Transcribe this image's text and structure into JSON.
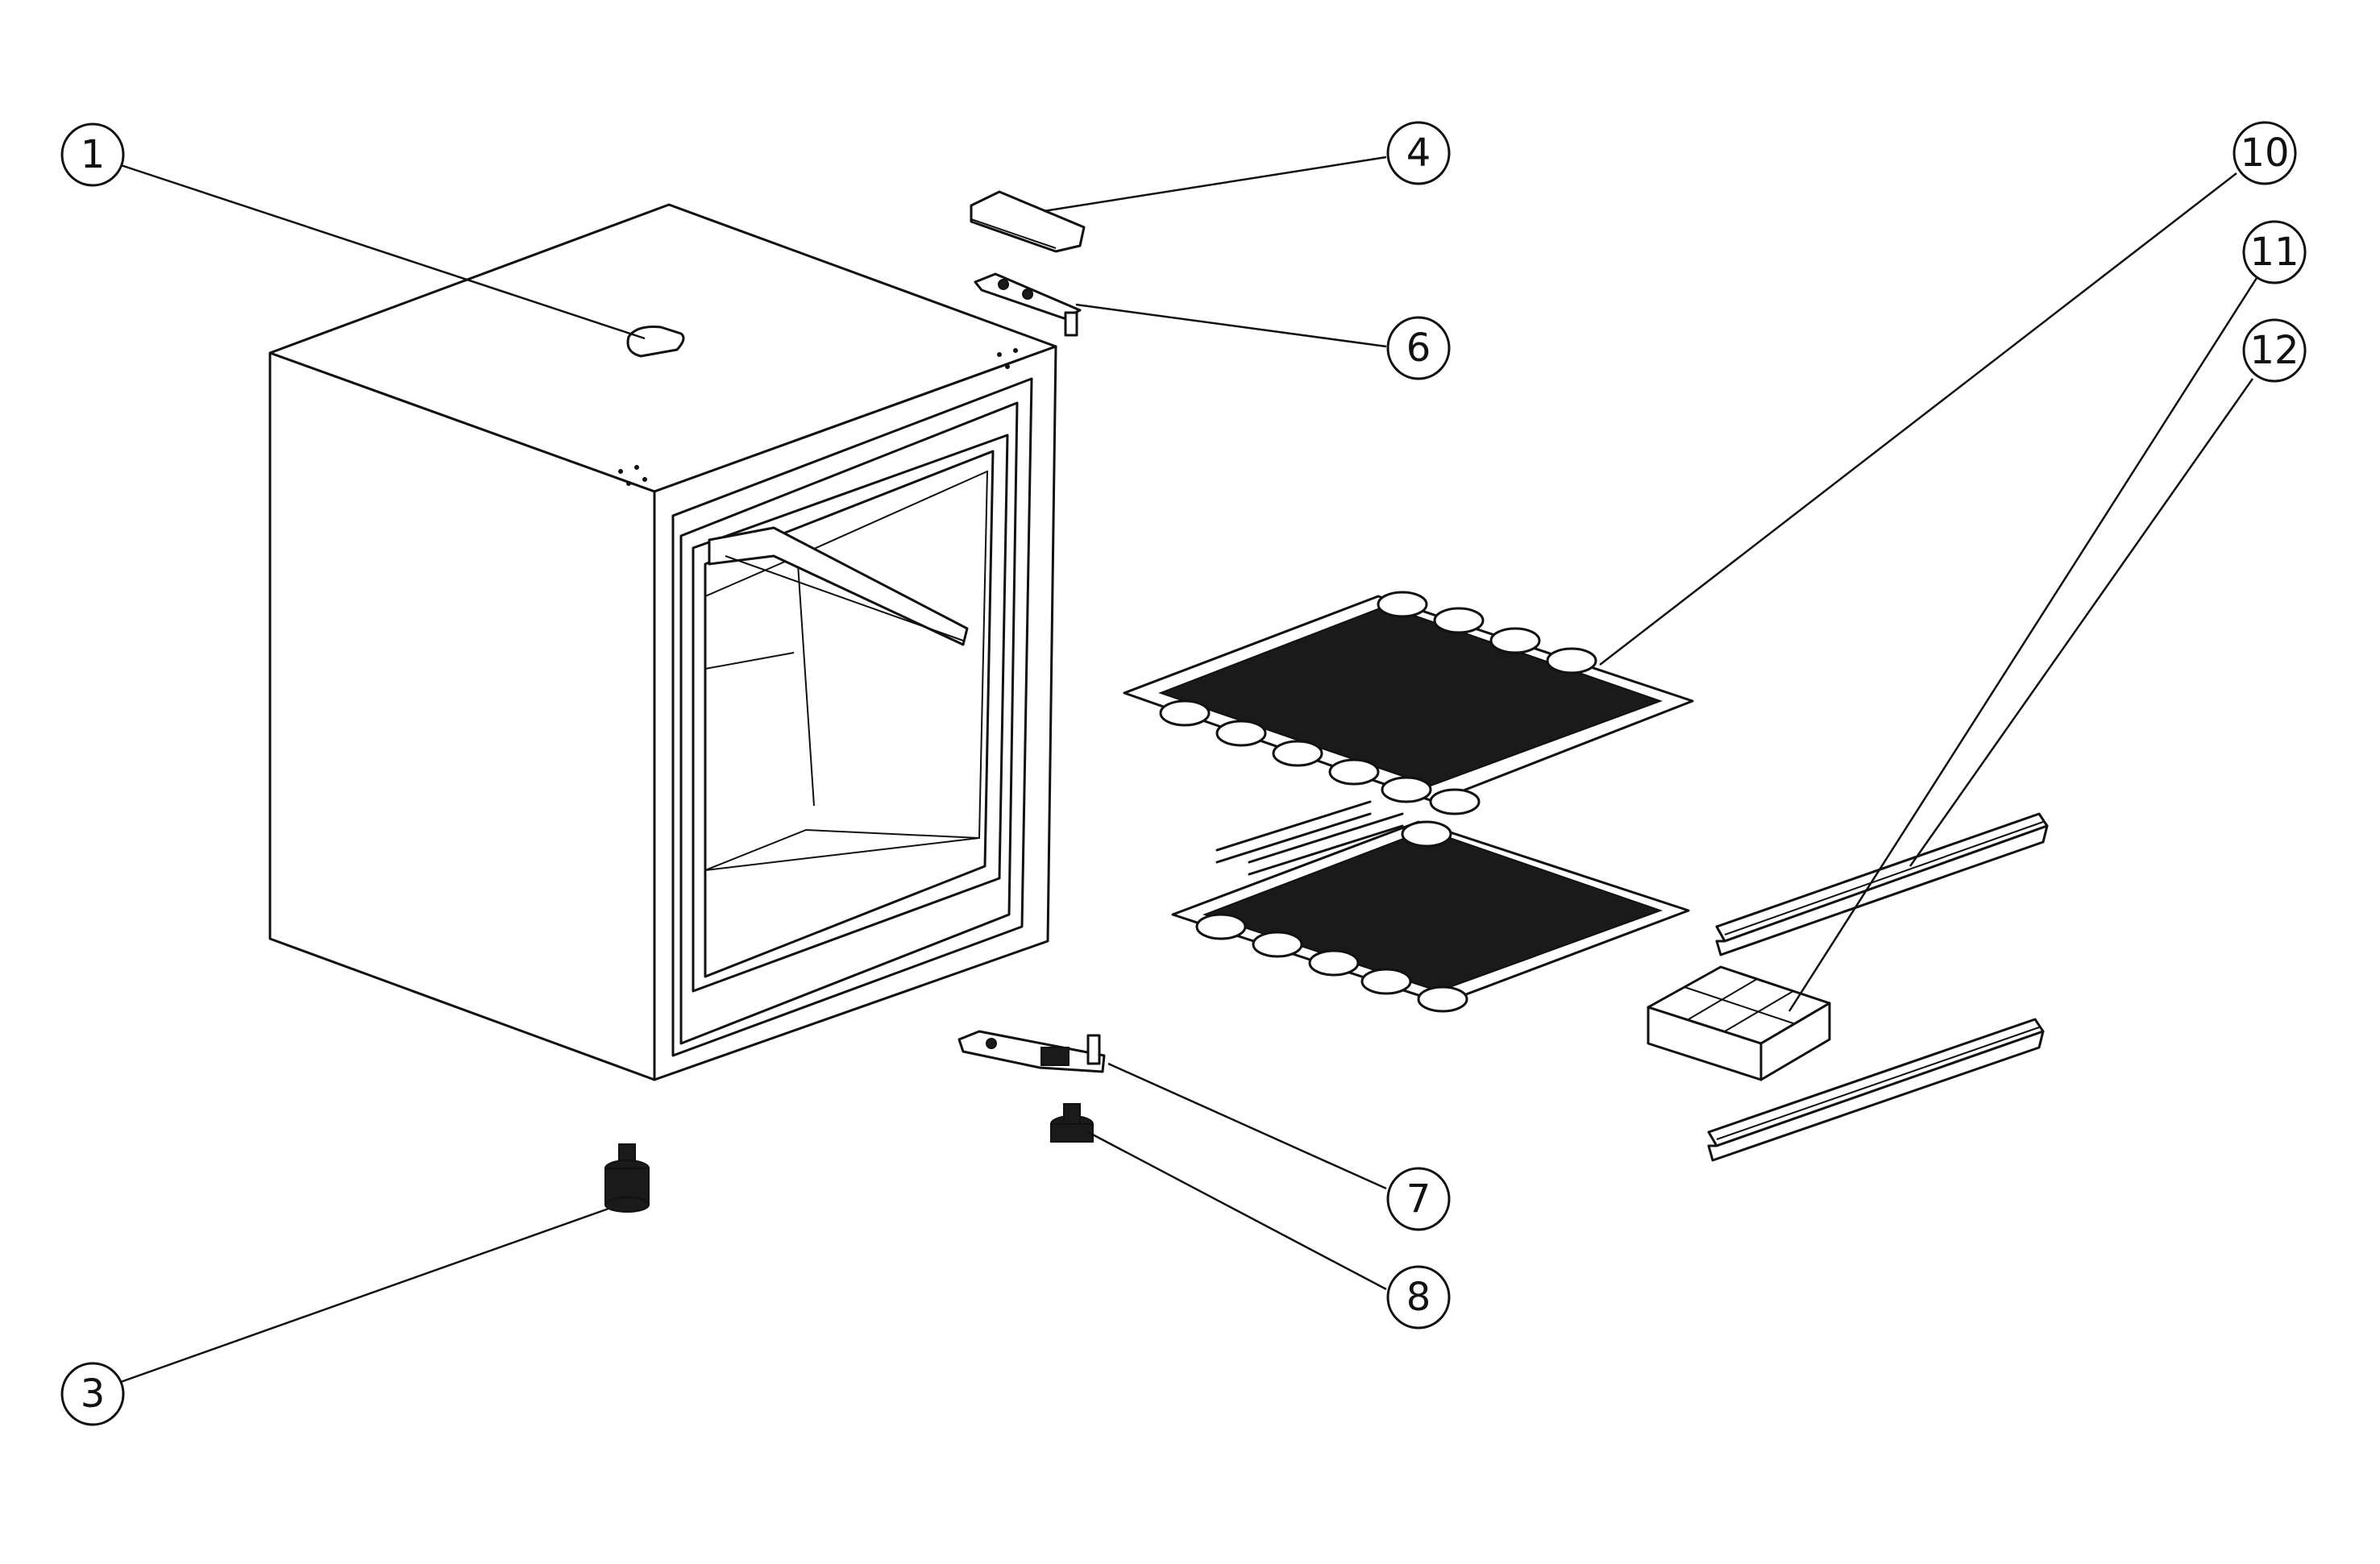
{
  "callouts": [
    {
      "id": "1",
      "label": "1"
    },
    {
      "id": "3",
      "label": "3"
    },
    {
      "id": "4",
      "label": "4"
    },
    {
      "id": "6",
      "label": "6"
    },
    {
      "id": "7",
      "label": "7"
    },
    {
      "id": "8",
      "label": "8"
    },
    {
      "id": "10",
      "label": "10"
    },
    {
      "id": "11",
      "label": "11"
    },
    {
      "id": "12",
      "label": "12"
    }
  ],
  "colors": {
    "line": "#111111",
    "background": "#ffffff"
  }
}
